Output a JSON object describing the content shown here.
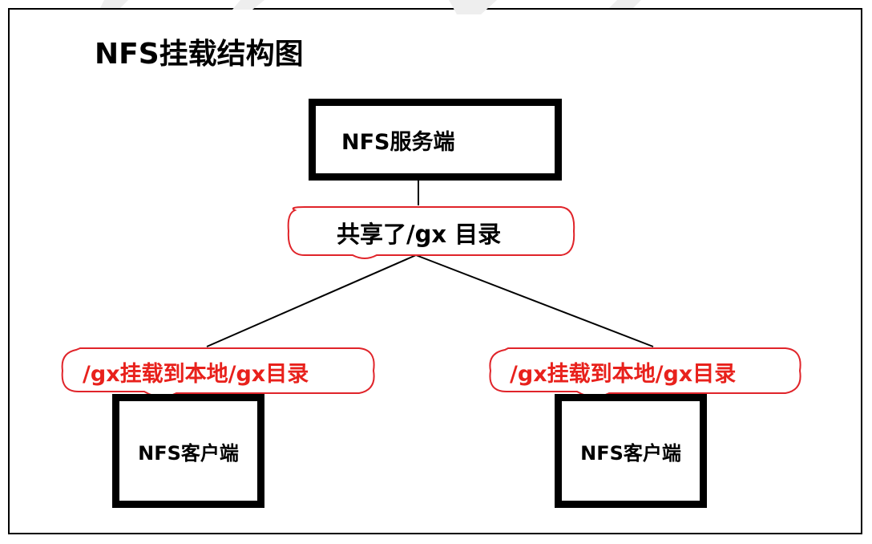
{
  "title": "NFS挂载结构图",
  "server": {
    "label": "NFS服务端"
  },
  "share": {
    "label": "共享了/gx 目录"
  },
  "mount_labels": [
    "/gx挂载到本地/gx目录",
    "/gx挂载到本地/gx目录"
  ],
  "clients": [
    {
      "label": "NFS客户端"
    },
    {
      "label": "NFS客户端"
    }
  ],
  "colors": {
    "line": "#000000",
    "bubble_outline": "#e0242a",
    "mount_text": "#e8211c"
  }
}
